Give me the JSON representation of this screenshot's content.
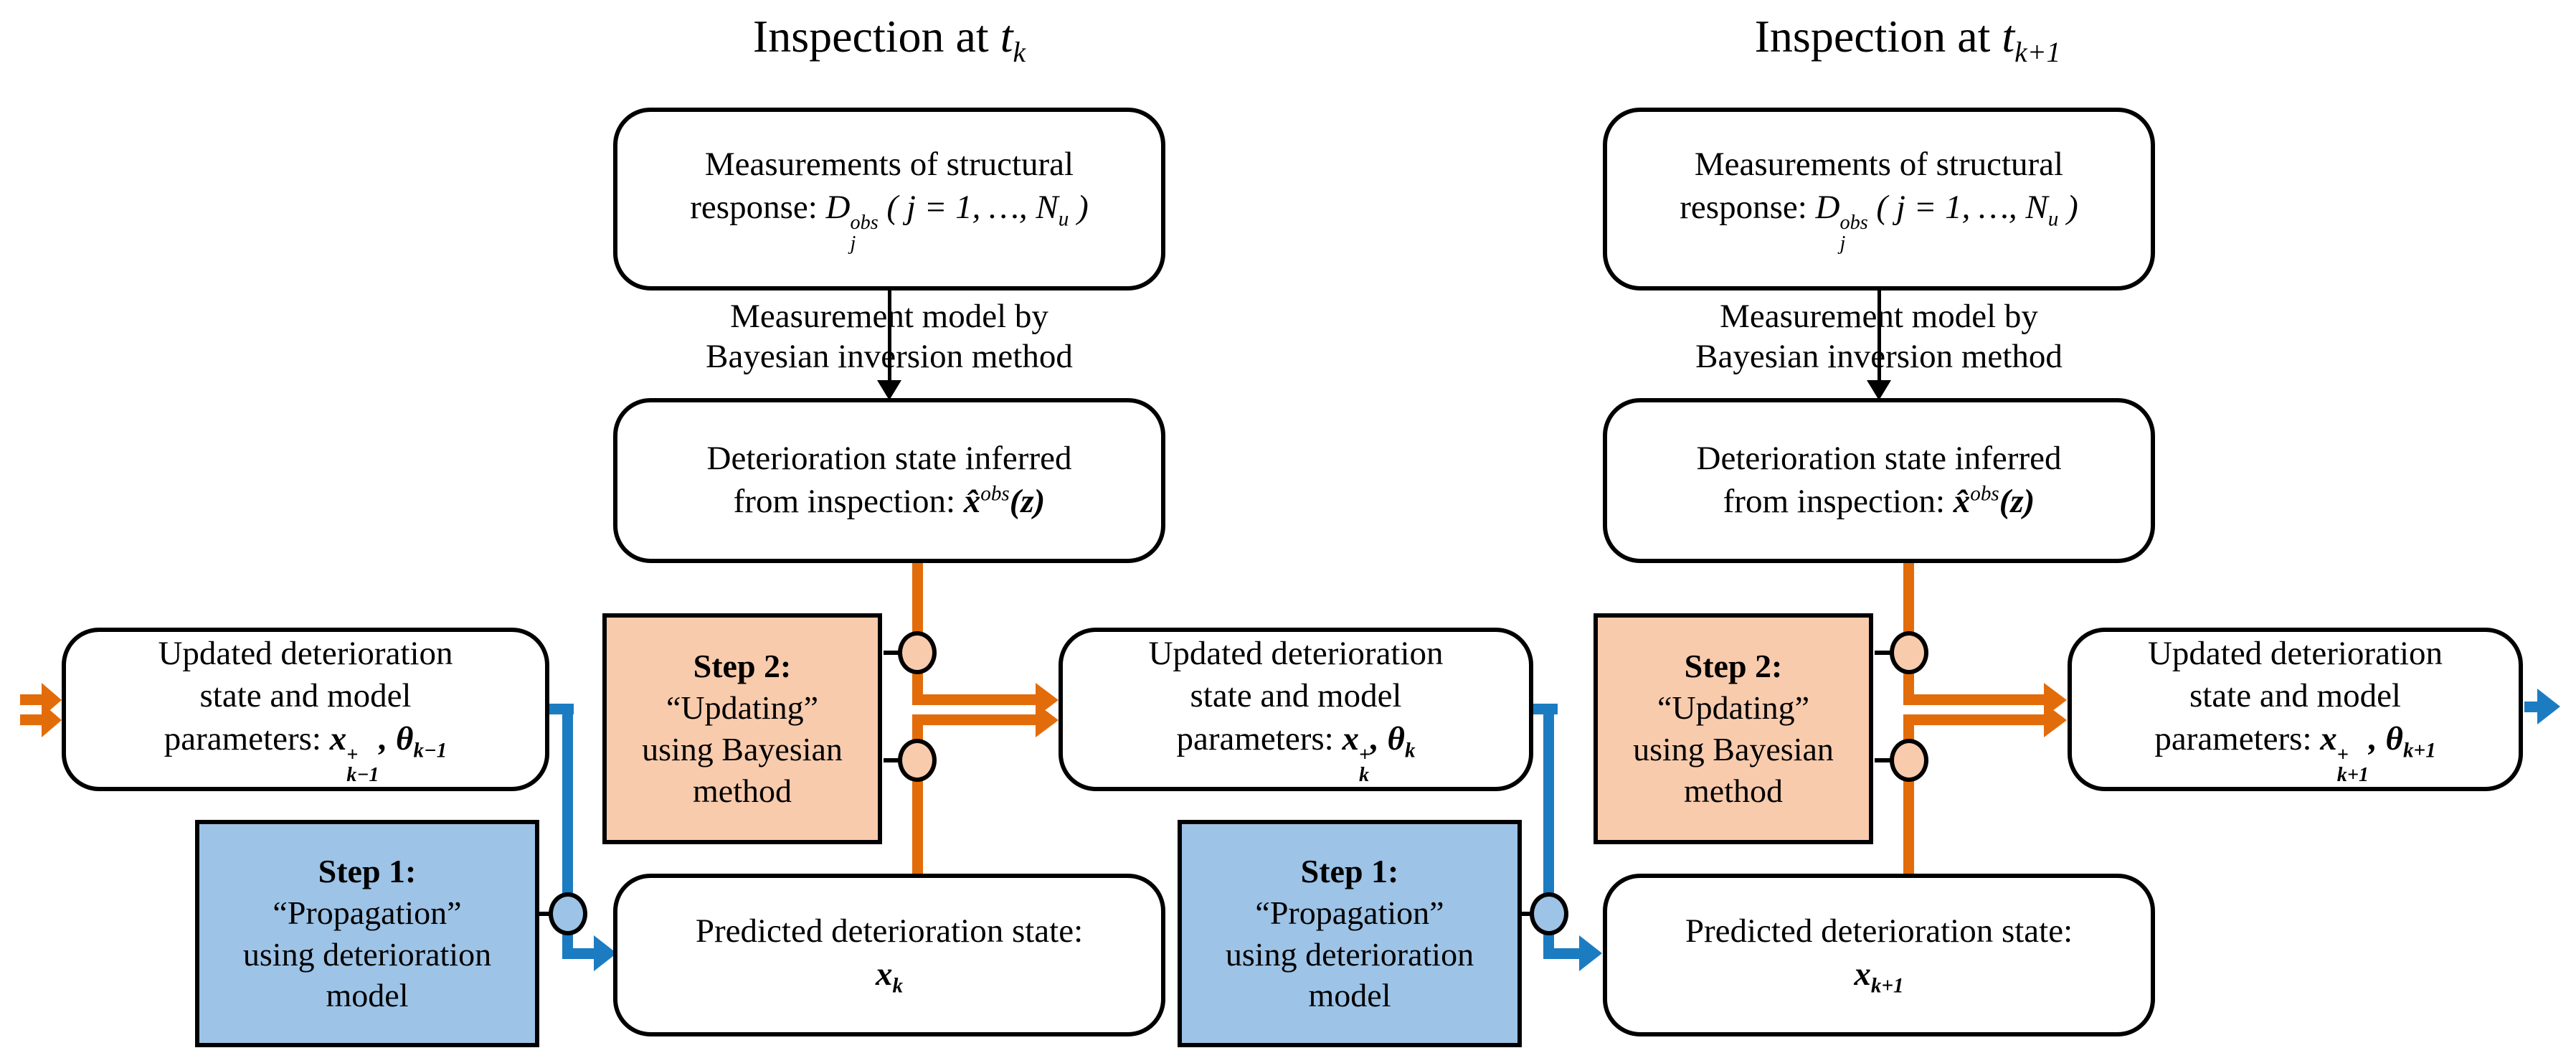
{
  "colors": {
    "arrow_orange": "#E36C0A",
    "step2_fill": "#F8CBAD",
    "arrow_blue": "#1C7CC1",
    "step1_fill": "#9DC3E6",
    "ink": "#000000"
  },
  "titles": [
    {
      "prefix": "Inspection at ",
      "var": "t",
      "sub": "k"
    },
    {
      "prefix": "Inspection at ",
      "var": "t",
      "sub": "k+1"
    }
  ],
  "measurement_boxes": [
    {
      "line1": "Measurements of structural",
      "label": "response: ",
      "d": "D",
      "d_sup": "obs",
      "d_sub": "j",
      "tail": " ( j = 1, …, N",
      "tail_sub": "u",
      "tail_close": " )"
    },
    {
      "line1": "Measurements of structural",
      "label": "response: ",
      "d": "D",
      "d_sup": "obs",
      "d_sub": "j",
      "tail": " ( j = 1, …, N",
      "tail_sub": "u",
      "tail_close": " )"
    }
  ],
  "arrow_labels": [
    {
      "line1": "Measurement model by",
      "line2": "Bayesian inversion method"
    },
    {
      "line1": "Measurement model by",
      "line2": "Bayesian inversion method"
    }
  ],
  "inferred_boxes": [
    {
      "line1": "Deterioration state inferred",
      "label": "from inspection: ",
      "x": "x̂",
      "x_sup": "obs",
      "arg": "(z)"
    },
    {
      "line1": "Deterioration state inferred",
      "label": "from inspection: ",
      "x": "x̂",
      "x_sup": "obs",
      "arg": "(z)"
    }
  ],
  "step2_boxes": [
    {
      "title": "Step 2:",
      "line2": "“Updating”",
      "line3": "using Bayesian",
      "line4": "method"
    },
    {
      "title": "Step 2:",
      "line2": "“Updating”",
      "line3": "using Bayesian",
      "line4": "method"
    }
  ],
  "step1_boxes": [
    {
      "title": "Step 1:",
      "line2": "“Propagation”",
      "line3": "using deterioration",
      "line4": "model"
    },
    {
      "title": "Step 1:",
      "line2": "“Propagation”",
      "line3": "using deterioration",
      "line4": "model"
    }
  ],
  "predicted_boxes": [
    {
      "line1": "Predicted deterioration state:",
      "x": "x",
      "x_sub": "k"
    },
    {
      "line1": "Predicted deterioration state:",
      "x": "x",
      "x_sub": "k+1"
    }
  ],
  "updated_boxes": [
    {
      "line1": "Updated deterioration",
      "line2": "state and model",
      "label": "parameters: ",
      "x": "x",
      "x_sup": "+",
      "x_sub": "k−1",
      "sep": ", ",
      "theta": "θ",
      "theta_sub": "k−1"
    },
    {
      "line1": "Updated deterioration",
      "line2": "state and model",
      "label": "parameters: ",
      "x": "x",
      "x_sup": "+",
      "x_sub": "k",
      "sep": ", ",
      "theta": "θ",
      "theta_sub": "k"
    },
    {
      "line1": "Updated deterioration",
      "line2": "state and model",
      "label": "parameters: ",
      "x": "x",
      "x_sup": "+",
      "x_sub": "k+1",
      "sep": ", ",
      "theta": "θ",
      "theta_sub": "k+1"
    }
  ]
}
